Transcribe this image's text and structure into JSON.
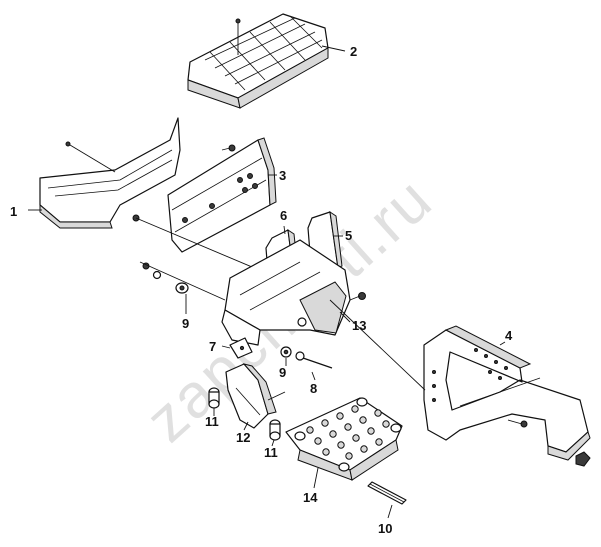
{
  "watermark": "zapchasti.ru",
  "callouts": [
    {
      "id": "1",
      "label": "1"
    },
    {
      "id": "2",
      "label": "2"
    },
    {
      "id": "3",
      "label": "3"
    },
    {
      "id": "4",
      "label": "4"
    },
    {
      "id": "5",
      "label": "5"
    },
    {
      "id": "6",
      "label": "6"
    },
    {
      "id": "7",
      "label": "7"
    },
    {
      "id": "8",
      "label": "8"
    },
    {
      "id": "9a",
      "label": "9"
    },
    {
      "id": "9b",
      "label": "9"
    },
    {
      "id": "10",
      "label": "10"
    },
    {
      "id": "11a",
      "label": "11"
    },
    {
      "id": "11b",
      "label": "11"
    },
    {
      "id": "12",
      "label": "12"
    },
    {
      "id": "13",
      "label": "13"
    },
    {
      "id": "14",
      "label": "14"
    }
  ]
}
